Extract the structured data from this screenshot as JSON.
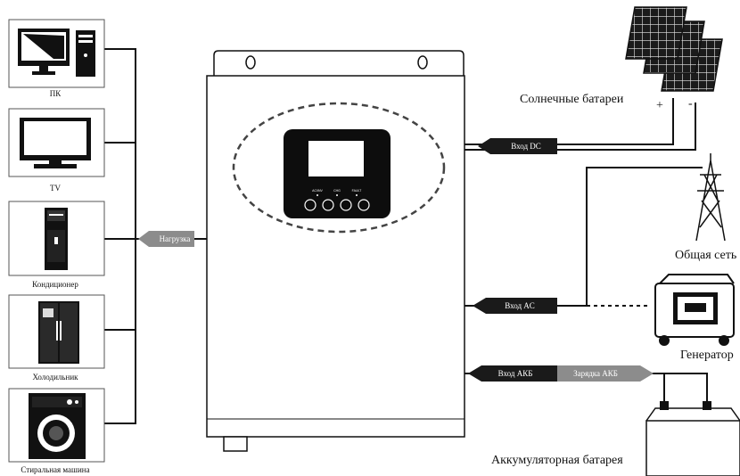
{
  "appliances": {
    "pc": "ПК",
    "tv": "TV",
    "ac": "Кондиционер",
    "fridge": "Холодильник",
    "washer": "Стиральная машина"
  },
  "arrows": {
    "load": "Нагрузка",
    "dc_input": "Вход DC",
    "ac_input": "Вход AC",
    "battery_input": "Вход АКБ",
    "battery_charge": "Зарядка АКБ"
  },
  "sources": {
    "solar": "Солнечные батареи",
    "grid": "Общая сеть",
    "generator": "Генератор",
    "battery": "Аккумуляторная батарея",
    "plus": "+",
    "minus": "-"
  },
  "panel_leds": [
    "AC/INV",
    "CHG",
    "FAULT"
  ],
  "colors": {
    "line": "#111111",
    "arrow_dark": "#1a1a1a",
    "arrow_grey": "#8c8c8c",
    "screen_bg": "#0d0d0d",
    "display": "#ffffff"
  }
}
